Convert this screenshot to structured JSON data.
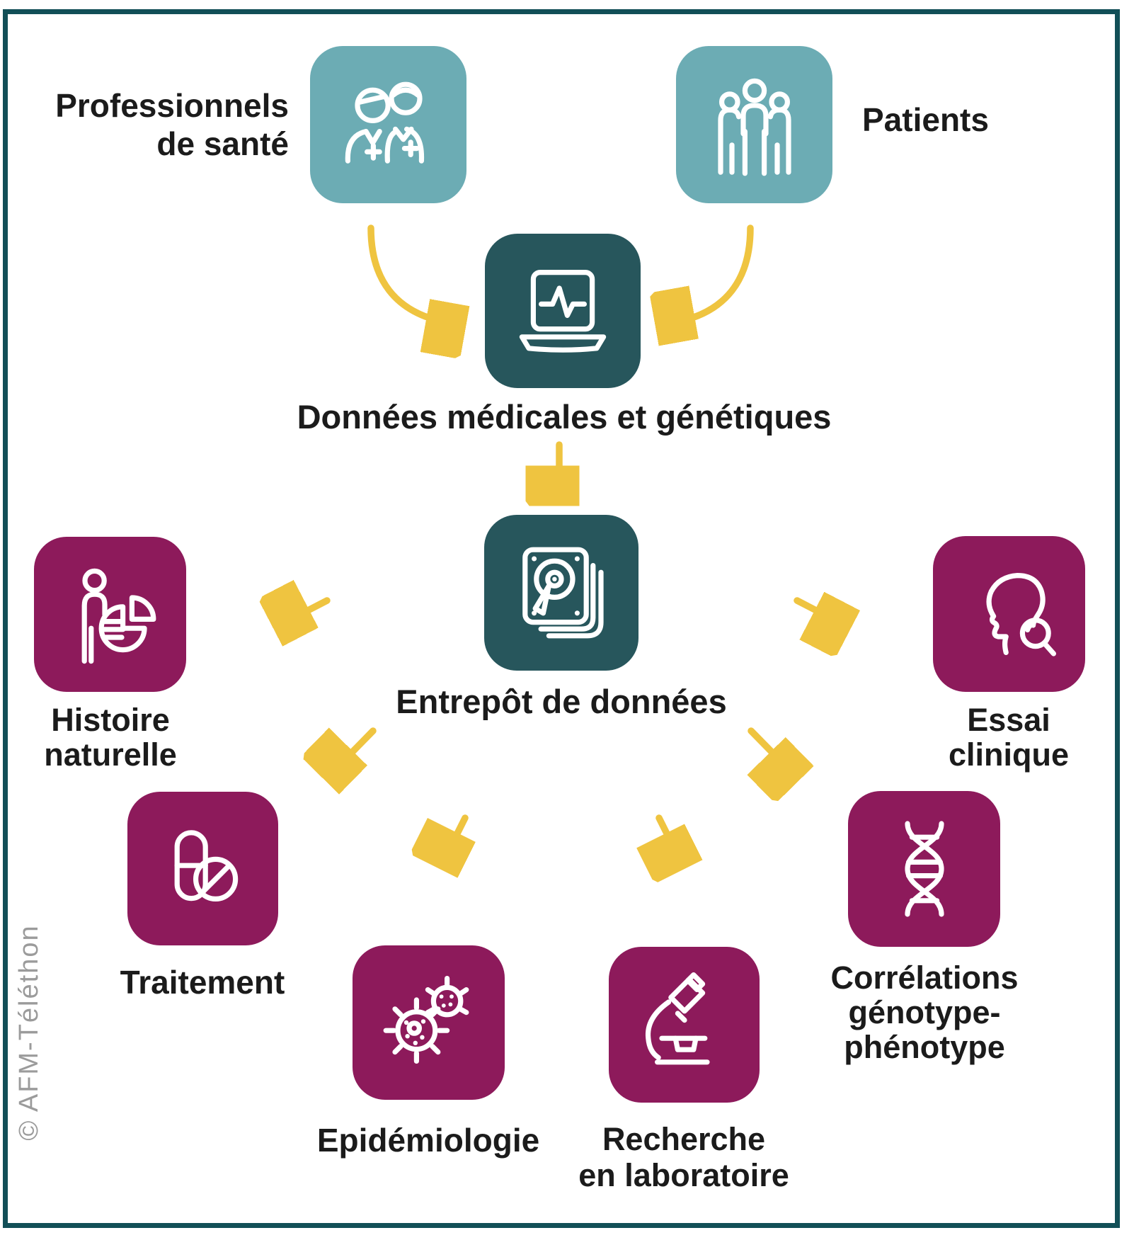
{
  "colors": {
    "frame_border": "#124F57",
    "teal_tile": "#6CACB4",
    "dark_teal_tile": "#27565C",
    "magenta_tile": "#8D1A5B",
    "arrow_yellow": "#EFC440",
    "label_text": "#1B1B1B",
    "copyright_gray": "#9B9B9B"
  },
  "sources": {
    "professionnels": {
      "label_lines": [
        "Professionnels",
        "de santé"
      ],
      "icon": "healthcare-professionals-icon"
    },
    "patients": {
      "label": "Patients",
      "icon": "patients-group-icon"
    }
  },
  "hub": {
    "donnees": {
      "label": "Données médicales et génétiques",
      "icon": "laptop-pulse-icon"
    },
    "entrepot": {
      "label": "Entrepôt de données",
      "icon": "hard-drive-stack-icon"
    }
  },
  "outputs": {
    "histoire": {
      "label_lines": [
        "Histoire",
        "naturelle"
      ],
      "icon": "person-piechart-icon"
    },
    "essai": {
      "label_lines": [
        "Essai",
        "clinique"
      ],
      "icon": "head-magnifier-icon"
    },
    "traitement": {
      "label": "Traitement",
      "icon": "pills-icon"
    },
    "epidemiologie": {
      "label": "Epidémiologie",
      "icon": "virus-icon"
    },
    "recherche": {
      "label_lines": [
        "Recherche",
        "en laboratoire"
      ],
      "icon": "microscope-icon"
    },
    "correlations": {
      "label_lines": [
        "Corrélations",
        "génotype-",
        "phénotype"
      ],
      "icon": "dna-helix-icon"
    }
  },
  "footer": {
    "copyright": "© AFM-Téléthon"
  }
}
